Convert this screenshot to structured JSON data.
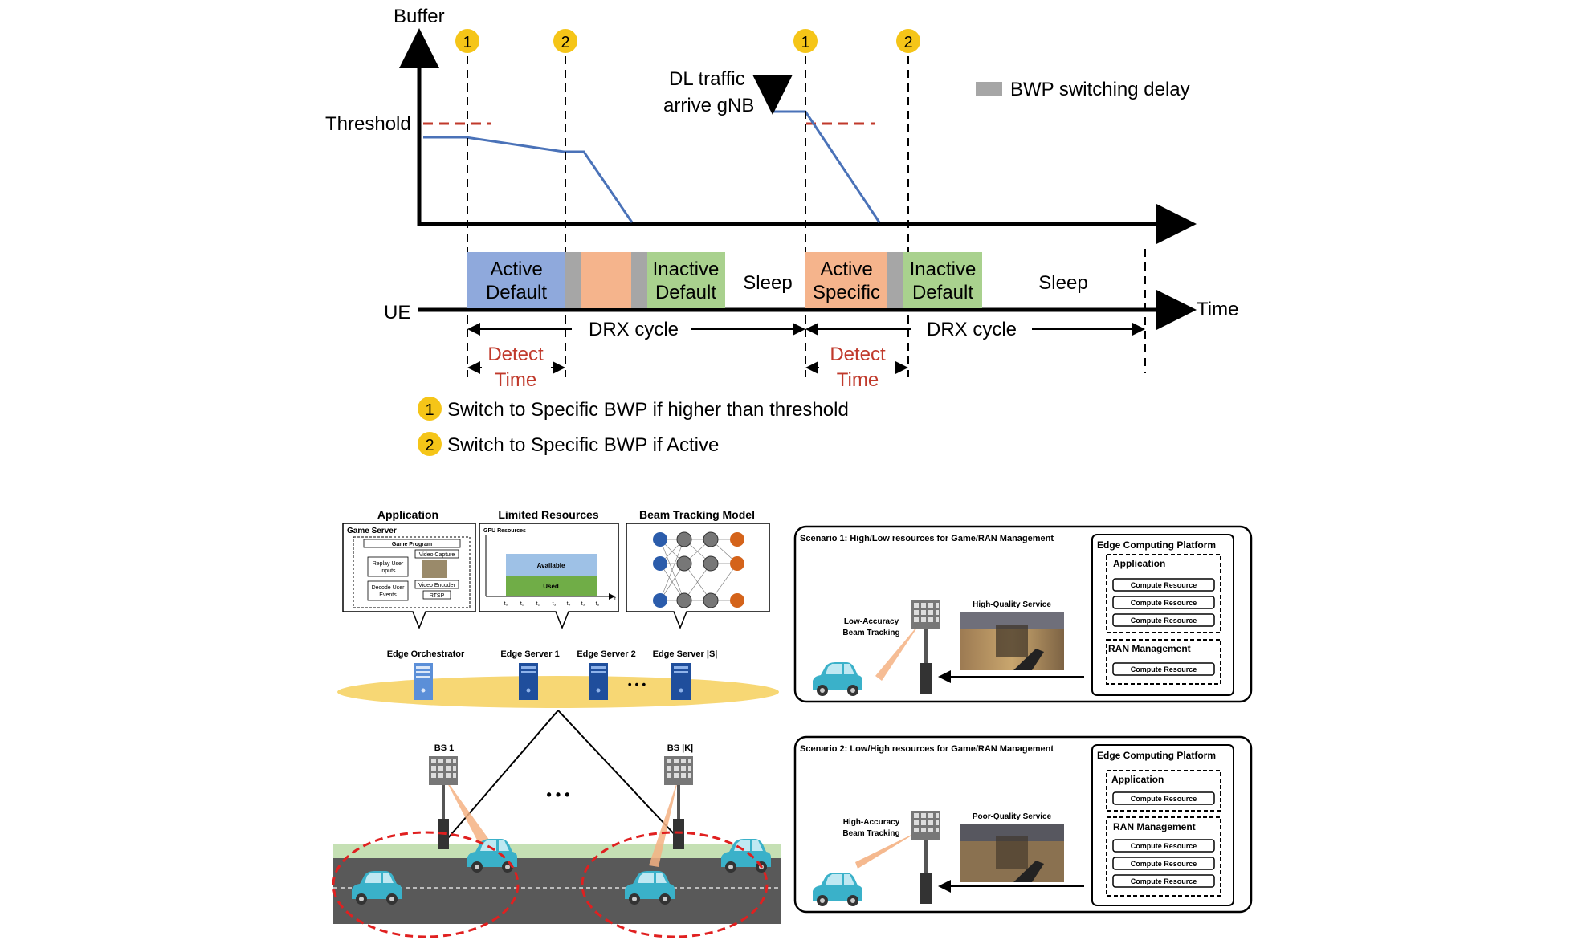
{
  "top": {
    "buffer_label": "Buffer",
    "threshold_label": "Threshold",
    "dl_traffic_l1": "DL traffic",
    "dl_traffic_l2": "arrive gNB",
    "legend_delay": "BWP switching delay",
    "ue_label": "UE",
    "time_label": "Time",
    "markers": [
      "1",
      "2",
      "1",
      "2"
    ],
    "blocks": {
      "active_default": [
        "Active",
        "Default"
      ],
      "inactive_default": [
        "Inactive",
        "Default"
      ],
      "active_specific": [
        "Active",
        "Specific"
      ],
      "sleep": "Sleep"
    },
    "drx_cycle": "DRX cycle",
    "detect_time": [
      "Detect",
      "Time"
    ],
    "notes": [
      {
        "num": "1",
        "text": "Switch to Specific BWP if higher than threshold"
      },
      {
        "num": "2",
        "text": "Switch to Specific BWP if Active"
      }
    ],
    "colors": {
      "blue_block": "#8fa9dc",
      "orange_block": "#f5b48c",
      "green_block": "#a9d18e",
      "gray_delay": "#a6a6a6",
      "curve": "#4a72b8",
      "threshold": "#c0392b",
      "marker": "#f5c518"
    }
  },
  "left": {
    "panel_application": {
      "title": "Application",
      "game_server": "Game Server",
      "game_program": "Game Program",
      "replay": [
        "Replay User",
        "Inputs"
      ],
      "decode": [
        "Decode User",
        "Events"
      ],
      "video_capture": "Video Capture",
      "video_encoder": "Video Encoder",
      "rtsp": "RTSP"
    },
    "panel_resources": {
      "title": "Limited Resources",
      "gpu": "GPU Resources",
      "available": "Available",
      "used": "Used",
      "ticks": [
        "t₀",
        "t₁",
        "t₂",
        "t₃",
        "t₄",
        "t₅",
        "t₆"
      ],
      "t_axis": "t"
    },
    "panel_beam": {
      "title": "Beam Tracking Model"
    },
    "servers": [
      "Edge Orchestrator",
      "Edge Server 1",
      "Edge Server 2",
      "Edge Server |S|"
    ],
    "server_dots": "• • •",
    "bs_labels": [
      "BS 1",
      "BS |K|"
    ],
    "bs_dots": "• • •"
  },
  "scenario1": {
    "title": "Scenario 1: High/Low resources for Game/RAN Management",
    "platform": "Edge Computing Platform",
    "application": "Application",
    "app_resources": [
      "Compute Resource",
      "Compute Resource",
      "Compute Resource"
    ],
    "ran": "RAN Management",
    "ran_resources": [
      "Compute Resource"
    ],
    "service": "High-Quality Service",
    "tracking": [
      "Low-Accuracy",
      "Beam Tracking"
    ]
  },
  "scenario2": {
    "title": "Scenario 2: Low/High resources for Game/RAN Management",
    "platform": "Edge Computing Platform",
    "application": "Application",
    "app_resources": [
      "Compute Resource"
    ],
    "ran": "RAN Management",
    "ran_resources": [
      "Compute Resource",
      "Compute Resource",
      "Compute Resource"
    ],
    "service": "Poor-Quality Service",
    "tracking": [
      "High-Accuracy",
      "Beam Tracking"
    ]
  }
}
